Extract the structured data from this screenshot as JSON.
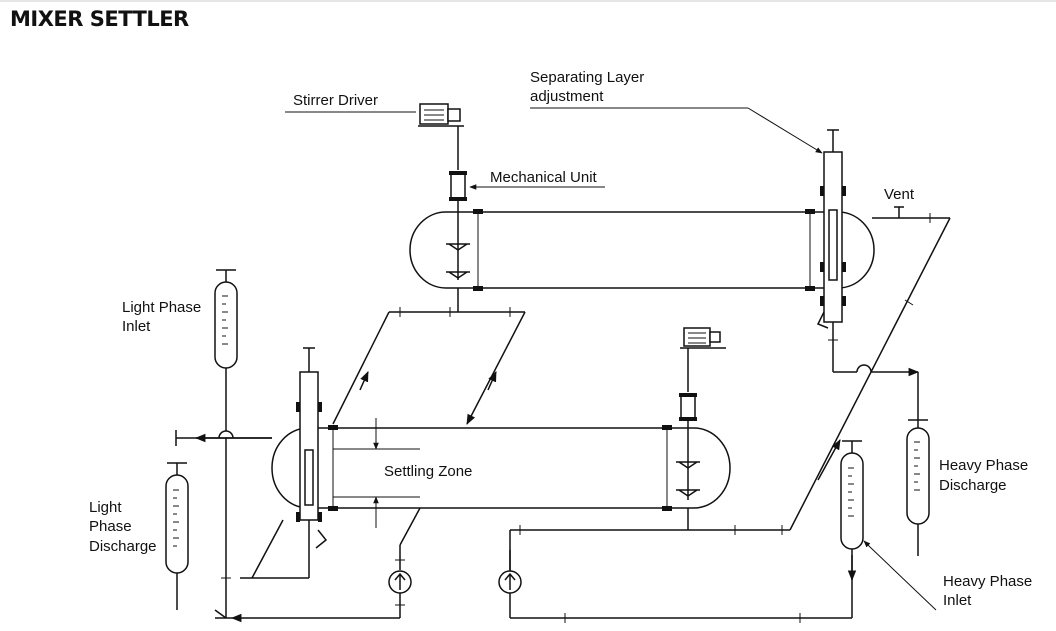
{
  "title": "MIXER SETTLER",
  "labels": {
    "stirrer_driver": "Stirrer Driver",
    "mechanical_unit": "Mechanical Unit",
    "separating_layer_1": "Separating Layer",
    "separating_layer_2": "adjustment",
    "vent": "Vent",
    "light_phase_inlet_1": "Light Phase",
    "light_phase_inlet_2": "Inlet",
    "settling_zone": "Settling Zone",
    "light_phase_discharge_1": "Light",
    "light_phase_discharge_2": "Phase",
    "light_phase_discharge_3": "Discharge",
    "heavy_phase_discharge_1": "Heavy Phase",
    "heavy_phase_discharge_2": "Discharge",
    "heavy_phase_inlet_1": "Heavy Phase",
    "heavy_phase_inlet_2": "Inlet"
  }
}
